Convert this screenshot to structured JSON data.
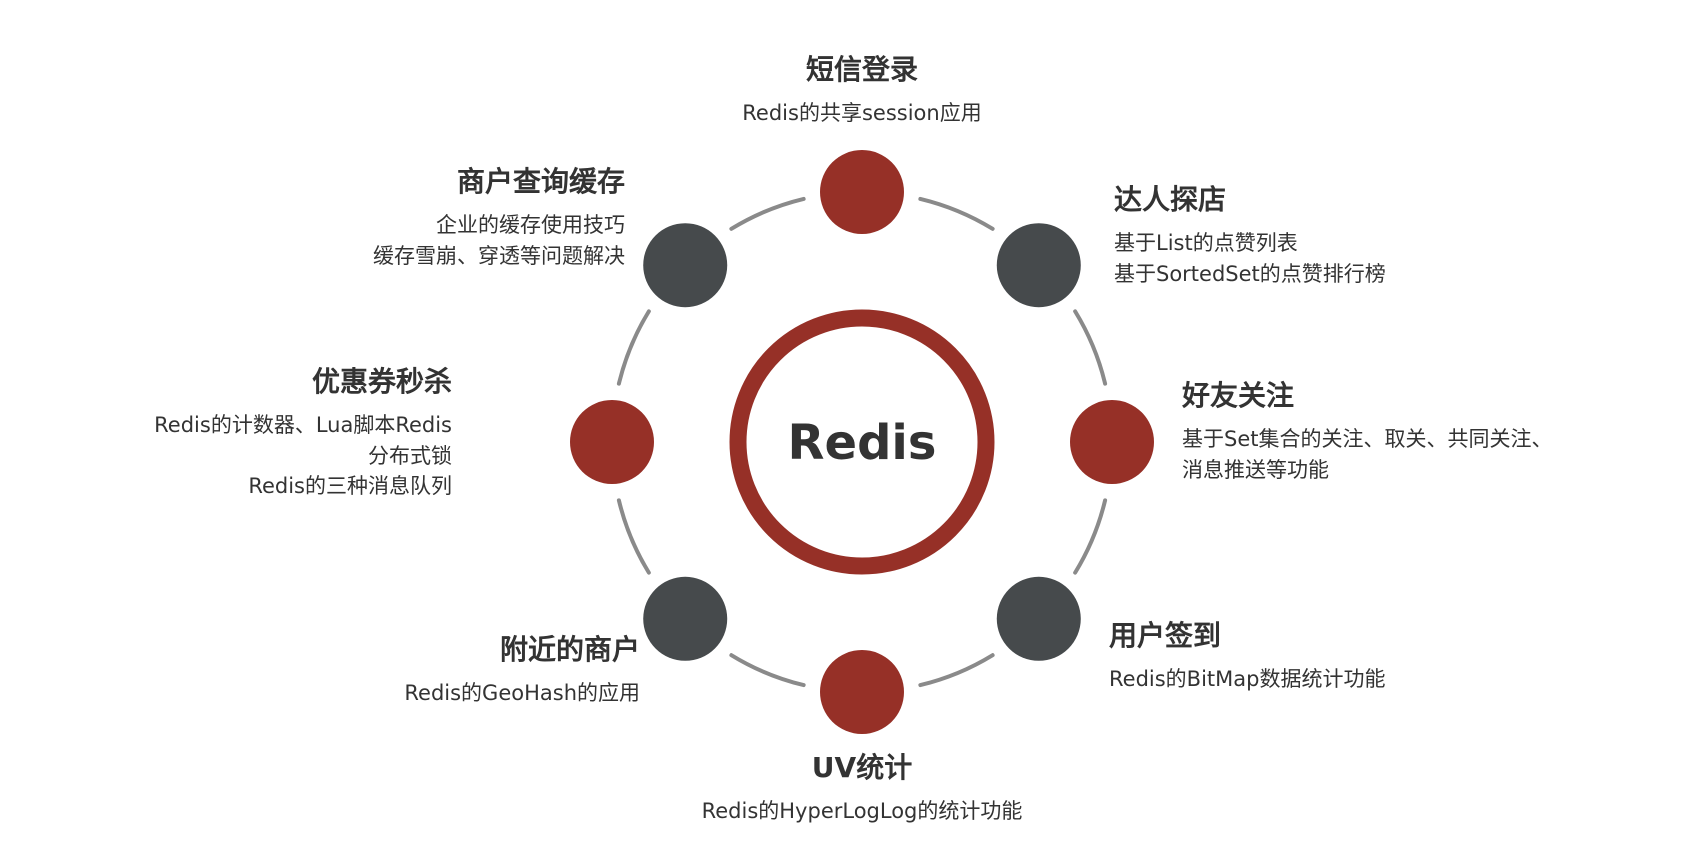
{
  "center": {
    "label": "Redis"
  },
  "colors": {
    "accent": "#963027",
    "dark": "#464a4c",
    "ring": "#8a8a8a"
  },
  "features": [
    {
      "id": "sms-login",
      "title": "短信登录",
      "desc": [
        "Redis的共享session应用"
      ],
      "color": "accent"
    },
    {
      "id": "tanke",
      "title": "达人探店",
      "desc": [
        "基于List的点赞列表",
        "基于SortedSet的点赞排行榜"
      ],
      "color": "dark"
    },
    {
      "id": "friend-follow",
      "title": "好友关注",
      "desc": [
        "基于Set集合的关注、取关、共同关注、",
        "消息推送等功能"
      ],
      "color": "accent"
    },
    {
      "id": "sign-in",
      "title": "用户签到",
      "desc": [
        "Redis的BitMap数据统计功能"
      ],
      "color": "dark"
    },
    {
      "id": "uv-stats",
      "title": "UV统计",
      "desc": [
        "Redis的HyperLogLog的统计功能"
      ],
      "color": "accent"
    },
    {
      "id": "nearby",
      "title": "附近的商户",
      "desc": [
        "Redis的GeoHash的应用"
      ],
      "color": "dark"
    },
    {
      "id": "seckill",
      "title": "优惠券秒杀",
      "desc": [
        "Redis的计数器、Lua脚本Redis",
        "分布式锁",
        "Redis的三种消息队列"
      ],
      "color": "accent"
    },
    {
      "id": "shop-cache",
      "title": "商户查询缓存",
      "desc": [
        "企业的缓存使用技巧",
        "缓存雪崩、穿透等问题解决"
      ],
      "color": "dark"
    }
  ]
}
